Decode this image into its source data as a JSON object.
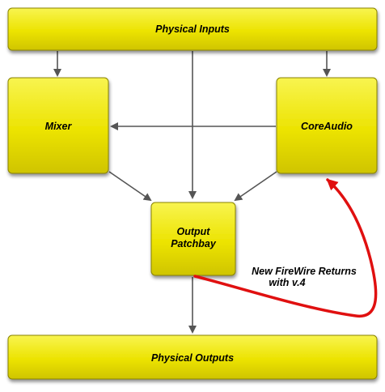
{
  "diagram": {
    "nodes": {
      "physical_inputs": {
        "label": "Physical Inputs"
      },
      "mixer": {
        "label": "Mixer"
      },
      "coreaudio": {
        "label": "CoreAudio"
      },
      "output_patchbay": {
        "label_line1": "Output",
        "label_line2": "Patchbay"
      },
      "physical_outputs": {
        "label": "Physical Outputs"
      }
    },
    "annotation": {
      "line1": "New FireWire Returns",
      "line2": "with v.4"
    },
    "colors": {
      "node_fill_light": "#f6f23a",
      "node_fill_dark": "#d8cc00",
      "node_stroke": "#8a8400",
      "arrow": "#555555",
      "annotation_arrow": "#e01010"
    }
  }
}
